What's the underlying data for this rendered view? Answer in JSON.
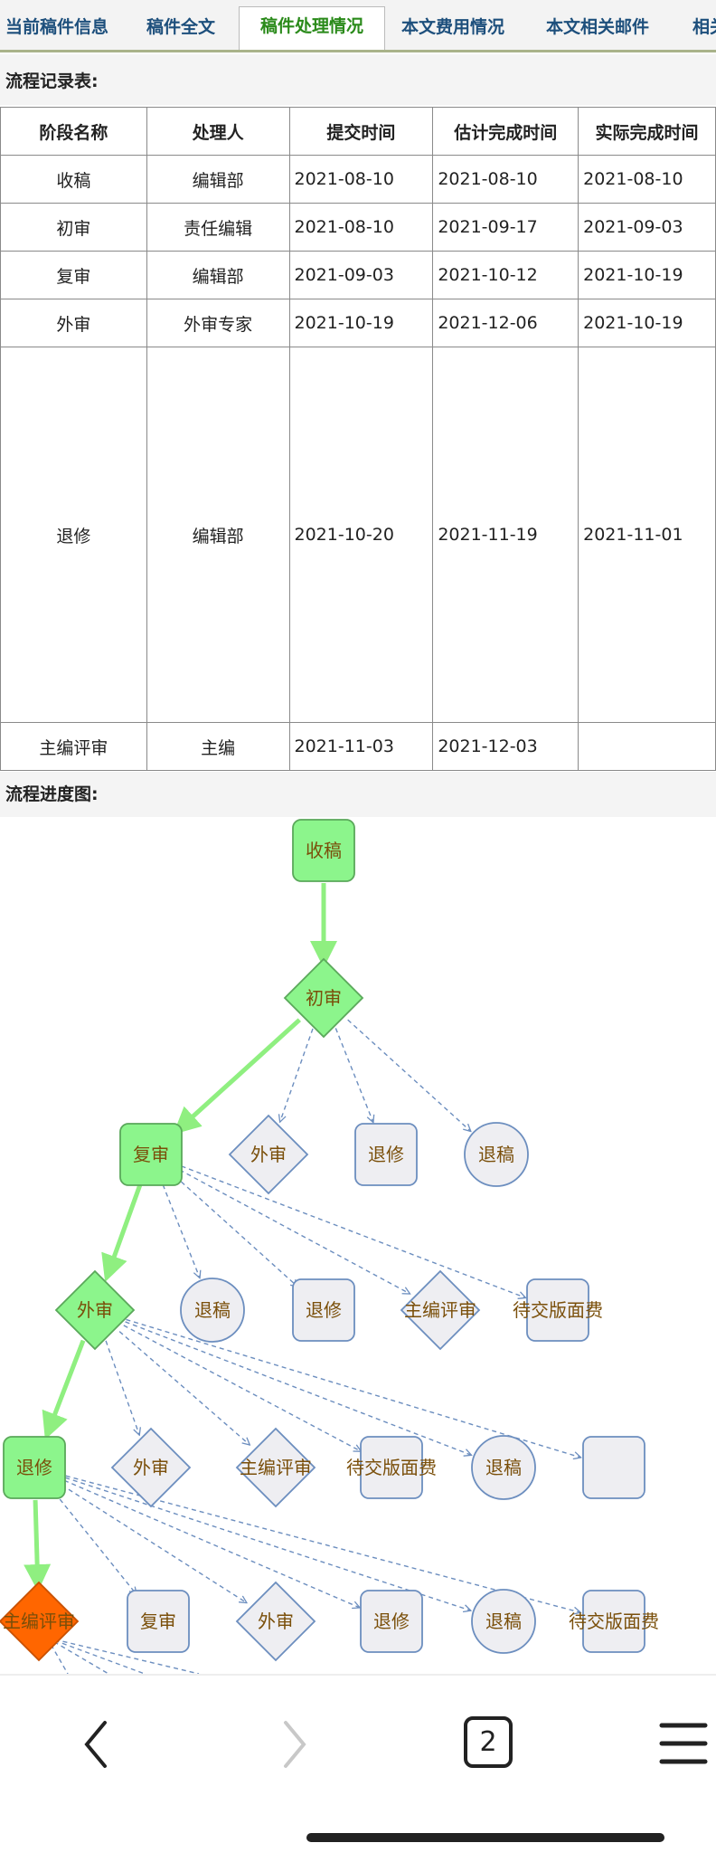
{
  "tabs": [
    {
      "label": "当前稿件信息",
      "active": false
    },
    {
      "label": "稿件全文",
      "active": false
    },
    {
      "label": "稿件处理情况",
      "active": true
    },
    {
      "label": "本文费用情况",
      "active": false
    },
    {
      "label": "本文相关邮件",
      "active": false
    },
    {
      "label": "相关",
      "active": false
    }
  ],
  "record_section": {
    "title": "流程记录表:"
  },
  "record_table": {
    "headers": [
      "阶段名称",
      "处理人",
      "提交时间",
      "估计完成时间",
      "实际完成时间"
    ],
    "rows": [
      [
        "收稿",
        "编辑部",
        "2021-08-10",
        "2021-08-10",
        "2021-08-10"
      ],
      [
        "初审",
        "责任编辑",
        "2021-08-10",
        "2021-09-17",
        "2021-09-03"
      ],
      [
        "复审",
        "编辑部",
        "2021-09-03",
        "2021-10-12",
        "2021-10-19"
      ],
      [
        "外审",
        "外审专家",
        "2021-10-19",
        "2021-12-06",
        "2021-10-19"
      ],
      [
        "退修",
        "编辑部",
        "2021-10-20",
        "2021-11-19",
        "2021-11-01"
      ],
      [
        "主编评审",
        "主编",
        "2021-11-03",
        "2021-12-03",
        ""
      ]
    ]
  },
  "progress_section": {
    "title": "流程进度图:"
  },
  "flow": {
    "colors": {
      "done": "#8cf58c",
      "done_stroke": "#5aa85a",
      "current": "#ff6600",
      "pending": "#eeeef2",
      "pending_stroke": "#6c8ebf",
      "text": "#7a4f0a",
      "path": "#8fef80",
      "option": "#6c8ebf"
    },
    "nodes": [
      {
        "id": "n1",
        "label": "收稿",
        "shape": "rect",
        "status": "done"
      },
      {
        "id": "n2",
        "label": "初审",
        "shape": "diamond",
        "status": "done"
      },
      {
        "id": "n3",
        "label": "复审",
        "shape": "rect",
        "status": "done"
      },
      {
        "id": "n4",
        "label": "外审",
        "shape": "diamond",
        "status": "pending"
      },
      {
        "id": "n5",
        "label": "退修",
        "shape": "rect",
        "status": "pending"
      },
      {
        "id": "n6",
        "label": "退稿",
        "shape": "circle",
        "status": "pending"
      },
      {
        "id": "n7",
        "label": "外审",
        "shape": "diamond",
        "status": "done"
      },
      {
        "id": "n8",
        "label": "退稿",
        "shape": "circle",
        "status": "pending"
      },
      {
        "id": "n9",
        "label": "退修",
        "shape": "rect",
        "status": "pending"
      },
      {
        "id": "n10",
        "label": "主编评审",
        "shape": "diamond",
        "status": "pending"
      },
      {
        "id": "n11",
        "label": "待交版面费",
        "shape": "rect",
        "status": "pending"
      },
      {
        "id": "n12",
        "label": "退修",
        "shape": "rect",
        "status": "done"
      },
      {
        "id": "n13",
        "label": "外审",
        "shape": "diamond",
        "status": "pending"
      },
      {
        "id": "n14",
        "label": "主编评审",
        "shape": "diamond",
        "status": "pending"
      },
      {
        "id": "n15",
        "label": "待交版面费",
        "shape": "rect",
        "status": "pending"
      },
      {
        "id": "n16",
        "label": "退稿",
        "shape": "circle",
        "status": "pending"
      },
      {
        "id": "n17",
        "label": "",
        "shape": "rect",
        "status": "pending"
      },
      {
        "id": "n18",
        "label": "主编评审",
        "shape": "diamond",
        "status": "current"
      },
      {
        "id": "n19",
        "label": "复审",
        "shape": "rect",
        "status": "pending"
      },
      {
        "id": "n20",
        "label": "外审",
        "shape": "diamond",
        "status": "pending"
      },
      {
        "id": "n21",
        "label": "退修",
        "shape": "rect",
        "status": "pending"
      },
      {
        "id": "n22",
        "label": "退稿",
        "shape": "circle",
        "status": "pending"
      },
      {
        "id": "n23",
        "label": "待交版面费",
        "shape": "rect",
        "status": "pending"
      }
    ],
    "edges": [
      {
        "from": "n1",
        "to": "n2",
        "type": "path"
      },
      {
        "from": "n2",
        "to": "n3",
        "type": "path"
      },
      {
        "from": "n2",
        "to": "n4",
        "type": "option"
      },
      {
        "from": "n2",
        "to": "n5",
        "type": "option"
      },
      {
        "from": "n2",
        "to": "n6",
        "type": "option"
      },
      {
        "from": "n3",
        "to": "n7",
        "type": "path"
      },
      {
        "from": "n3",
        "to": "n8",
        "type": "option"
      },
      {
        "from": "n3",
        "to": "n9",
        "type": "option"
      },
      {
        "from": "n3",
        "to": "n10",
        "type": "option"
      },
      {
        "from": "n3",
        "to": "n11",
        "type": "option"
      },
      {
        "from": "n7",
        "to": "n12",
        "type": "path"
      },
      {
        "from": "n7",
        "to": "n13",
        "type": "option"
      },
      {
        "from": "n7",
        "to": "n14",
        "type": "option"
      },
      {
        "from": "n7",
        "to": "n15",
        "type": "option"
      },
      {
        "from": "n7",
        "to": "n16",
        "type": "option"
      },
      {
        "from": "n7",
        "to": "n17",
        "type": "option"
      },
      {
        "from": "n12",
        "to": "n18",
        "type": "path"
      },
      {
        "from": "n12",
        "to": "n19",
        "type": "option"
      },
      {
        "from": "n12",
        "to": "n20",
        "type": "option"
      },
      {
        "from": "n12",
        "to": "n21",
        "type": "option"
      },
      {
        "from": "n12",
        "to": "n22",
        "type": "option"
      },
      {
        "from": "n12",
        "to": "n23",
        "type": "option"
      }
    ]
  },
  "bottom_nav": {
    "back_icon": "chevron-left-icon",
    "forward_icon": "chevron-right-icon",
    "tab_count": "2",
    "menu_icon": "hamburger-menu-icon"
  }
}
